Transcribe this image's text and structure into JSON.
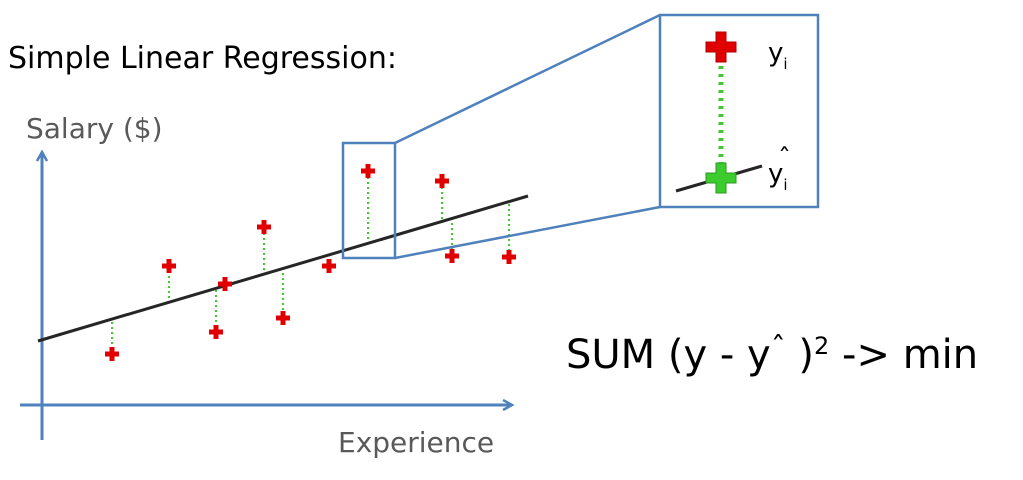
{
  "title": "Simple Linear Regression:",
  "y_axis_label": "Salary ($)",
  "x_axis_label": "Experience",
  "formula": {
    "prefix": "SUM (y - y",
    "hat": "ˆ",
    "suffix": " )",
    "exponent": "2",
    "tail": " -> min"
  },
  "inset": {
    "actual_label": "y",
    "actual_sub": "i",
    "predicted_label": "y",
    "predicted_hat": "ˆ",
    "predicted_sub": "i"
  },
  "colors": {
    "axis": "#4f81bd",
    "zoom_box": "#4f81bd",
    "regression_line": "#262626",
    "actual_point": "#e00000",
    "predicted_point": "#3dcc2e",
    "residual": "#3dcc2e"
  }
}
